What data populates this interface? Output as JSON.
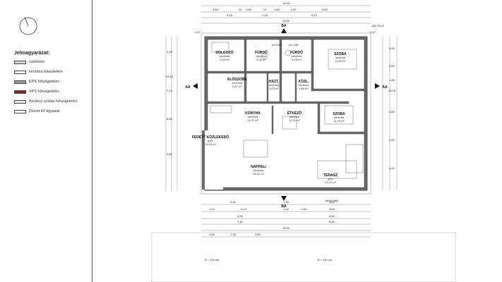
{
  "legend": {
    "title": "Jelmagyarázat:",
    "items": [
      {
        "label": "vasbeton",
        "color": "#dcdcdc",
        "icon": "concrete-swatch"
      },
      {
        "label": "kerámia falazóelem",
        "color": "#f5f5f5",
        "icon": "masonry-swatch"
      },
      {
        "label": "EPS hőszigetelés",
        "color": "#9a9a9a",
        "icon": "eps-swatch"
      },
      {
        "label": "XPS hőszigetelés",
        "color": "#b01818",
        "icon": "xps-swatch"
      },
      {
        "label": "Ásványi szálas hőszigetelés",
        "color": "#e8e8e8",
        "icon": "mineral-wool-swatch"
      },
      {
        "label": "Zúzott kő ágyazat",
        "color": "#ffffff",
        "icon": "gravel-swatch"
      }
    ]
  },
  "rooms": [
    {
      "name": "DOLGOZÓ",
      "floor": "kerámia",
      "area": "8,40 m²"
    },
    {
      "name": "FÜRDŐ",
      "floor": "kerámia",
      "area": "4,32 m²"
    },
    {
      "name": "FÜRDŐ",
      "floor": "kerámia",
      "area": "9,78 m²"
    },
    {
      "name": "SZOBA",
      "floor": "laminált",
      "area": "14,84 m²"
    },
    {
      "name": "ELŐSZOBA",
      "floor": "kerámia",
      "area": "8,57 m²"
    },
    {
      "name": "HÁZT.",
      "floor": "kerámia",
      "area": "3,03 m²"
    },
    {
      "name": "KÖZL.",
      "floor": "kerámia",
      "area": "4,66 m²"
    },
    {
      "name": "KONYHA",
      "floor": "kerámia",
      "area": "11,31 m²"
    },
    {
      "name": "ÉTKEZŐ",
      "floor": "kerámia",
      "area": "11,31 m²"
    },
    {
      "name": "SZOBA",
      "floor": "laminált",
      "area": "12,78 m²"
    },
    {
      "name": "FEDETT KÖZLEKEDŐ",
      "floor": "gres",
      "area": "14,15 m²"
    },
    {
      "name": "NAPPALI",
      "floor": "kerámia",
      "area": "26,84 m²"
    },
    {
      "name": "TERASZ",
      "floor": "gres",
      "area": "23,76 m²"
    }
  ],
  "section_labels": [
    "AA",
    "AA",
    "BA",
    "BA"
  ],
  "elevation": "146,70 m²",
  "top_dims": {
    "overall": "14,00",
    "row1": [
      "3,50",
      "10",
      "1,80",
      "10",
      "1,80",
      "1,30",
      "3,60"
    ],
    "row2": [
      "5,15",
      "1,15",
      "6,10"
    ],
    "row3": "13,00"
  },
  "bottom_dims": {
    "row1": [
      "5,40",
      "1,30",
      "4,60"
    ],
    "row2": [
      "1,10",
      "6,10",
      "1,20",
      "1,30",
      "3,60"
    ],
    "row3": [
      "6,50",
      "5,60"
    ],
    "row4": [
      "7,10",
      "5,40"
    ],
    "overall": "14,00",
    "garden": [
      "1,60",
      "1,30",
      "3,00"
    ]
  },
  "left_dims": [
    "3,45",
    "13,20",
    "2,20",
    "8,80",
    "2,60"
  ],
  "right_dims": [
    "3,45",
    "2,60",
    "1,85",
    "13,20",
    "8,80",
    "2,60",
    "4,40"
  ],
  "small_labels": {
    "top_left": "0,47",
    "top_right": "0,47",
    "ph1": "ph 0,80",
    "ph2": "ph 1,80",
    "radius": "R = 150 cm",
    "storage": "tároló hely"
  }
}
